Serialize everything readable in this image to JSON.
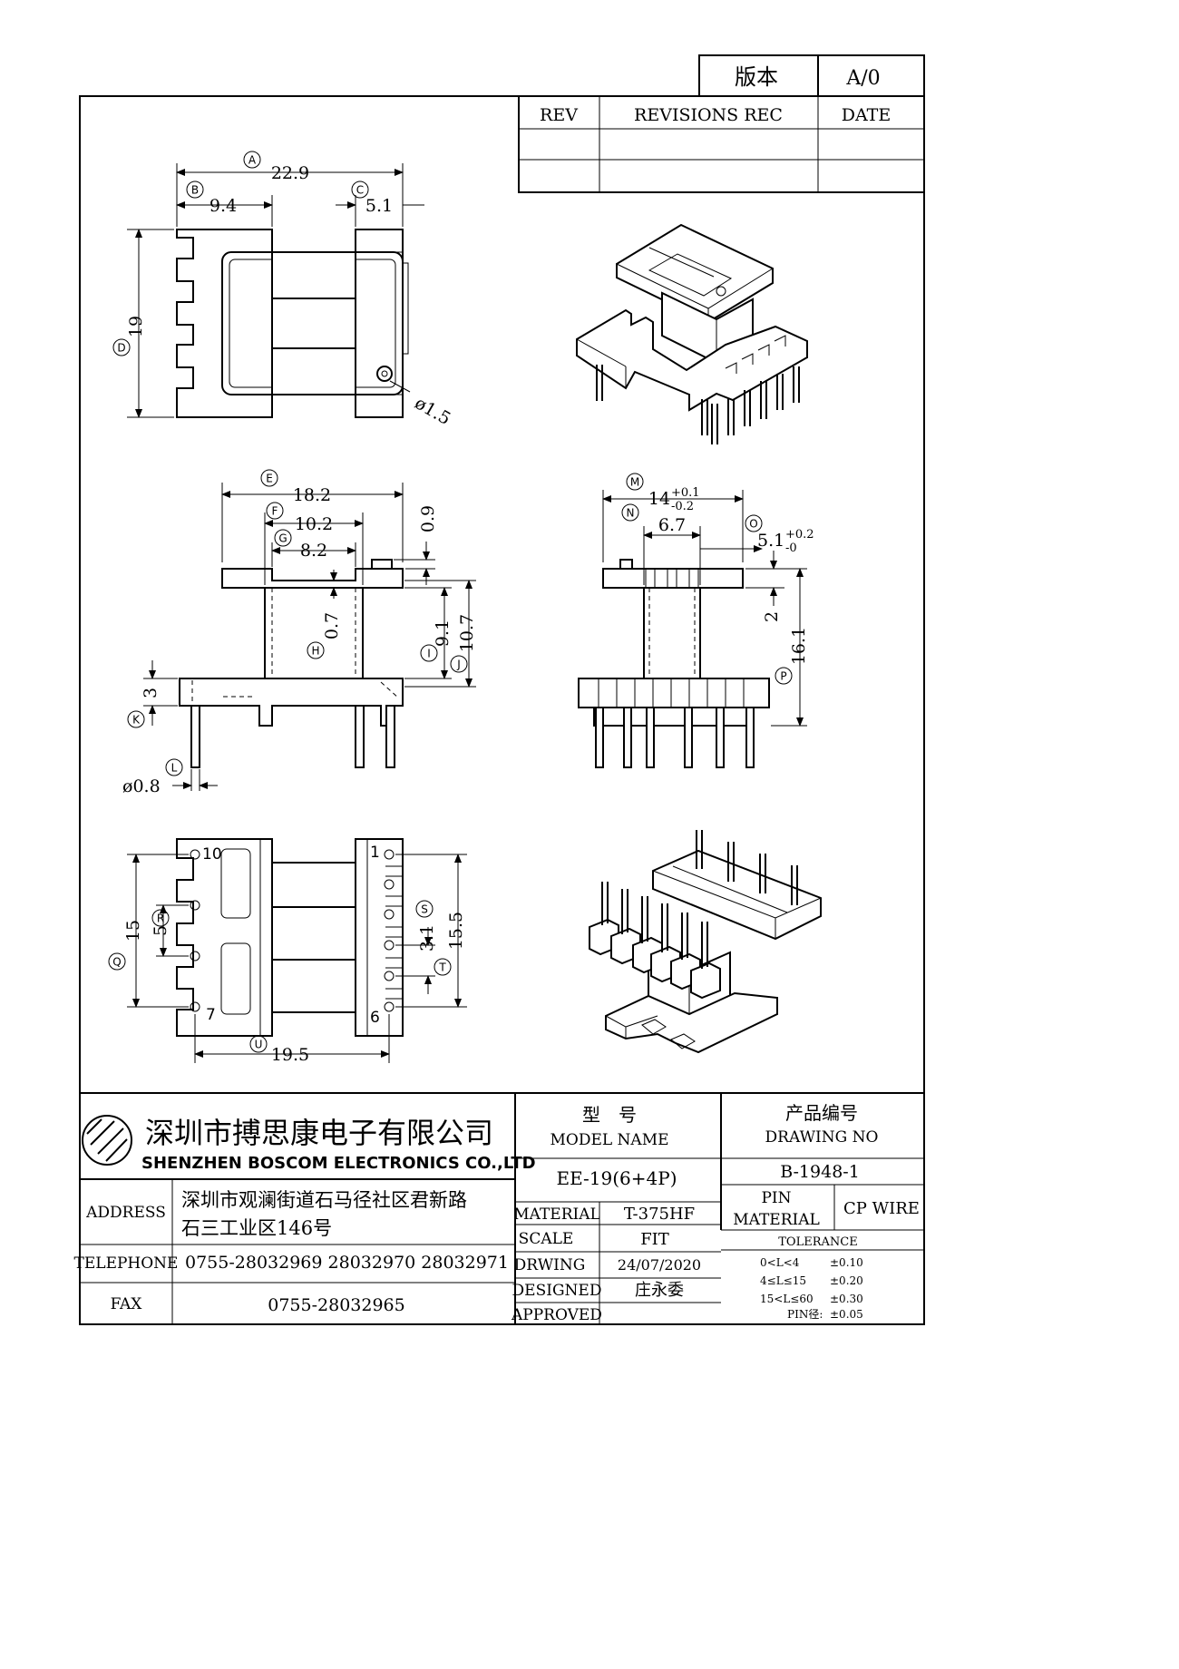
{
  "version_box": {
    "label": "版本",
    "value": "A/0"
  },
  "revision_table": {
    "headers": [
      "REV",
      "REVISIONS REC",
      "DATE"
    ]
  },
  "views": {
    "top": {
      "A": "22.9",
      "B": "9.4",
      "C": "5.1",
      "D": "19",
      "hole": "ø1.5"
    },
    "front": {
      "E": "18.2",
      "F": "10.2",
      "G": "8.2",
      "top_step": "0.9",
      "H": "0.7",
      "I": "9.1",
      "J": "10.7",
      "K": "3",
      "P": "ø0.8"
    },
    "side": {
      "L": "14",
      "L_tol_plus": "+0.1",
      "L_tol_minus": "-0.2",
      "M": "6.7",
      "N": "5.1",
      "N_tol_plus": "+0.2",
      "N_tol_minus": "-0",
      "flange": "2",
      "O": "16.1"
    },
    "bottom": {
      "Q": "15",
      "R": "5",
      "S": "15.5",
      "T": "3.1",
      "U": "19.5",
      "pin_labels": [
        "10",
        "7",
        "1",
        "6"
      ]
    }
  },
  "balloons": [
    "A",
    "B",
    "C",
    "D",
    "E",
    "F",
    "G",
    "H",
    "I",
    "J",
    "K",
    "L",
    "M",
    "N",
    "O",
    "P",
    "Q",
    "R",
    "S",
    "T",
    "U"
  ],
  "title_block": {
    "company_cn": "深圳市搏思康电子有限公司",
    "company_en": "SHENZHEN BOSCOM ELECTRONICS CO.,LTD",
    "model_label_cn": "型　号",
    "model_label_en": "MODEL NAME",
    "model_value": "EE-19(6+4P)",
    "drawing_label_cn": "产品编号",
    "drawing_label_en": "DRAWING NO",
    "drawing_value": "B-1948-1",
    "address_label": "ADDRESS",
    "address_line1": "深圳市观澜街道石马径社区君新路",
    "address_line2": "石三工业区146号",
    "telephone_label": "TELEPHONE",
    "telephone_value": "0755-28032969 28032970 28032971",
    "fax_label": "FAX",
    "fax_value": "0755-28032965",
    "material_label": "MATERIAL",
    "material_value": "T-375HF",
    "scale_label": "SCALE",
    "scale_value": "FIT",
    "drwing_label": "DRWING",
    "drwing_value": "24/07/2020",
    "designed_label": "DESIGNED",
    "designed_value": "庄永委",
    "approved_label": "APPROVED",
    "approved_value": "",
    "pin_material_label1": "PIN",
    "pin_material_label2": "MATERIAL",
    "pin_material_value": "CP WIRE",
    "tolerance_label": "TOLERANCE",
    "tolerances": [
      {
        "range": "0<L<4",
        "value": "±0.10"
      },
      {
        "range": "4≤L≤15",
        "value": "±0.20"
      },
      {
        "range": "15<L≤60",
        "value": "±0.30"
      },
      {
        "range": "PIN径:",
        "value": "±0.05"
      }
    ]
  }
}
